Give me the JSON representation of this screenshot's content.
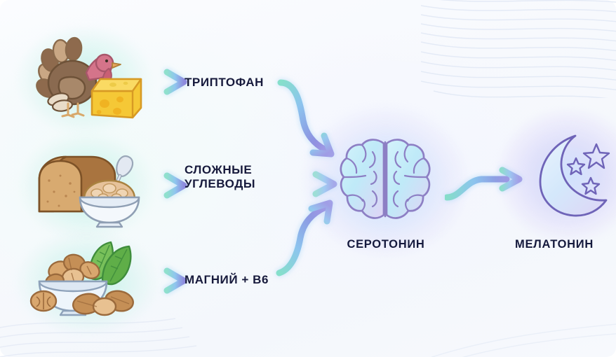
{
  "diagram": {
    "title_visible": false,
    "background_color": "#f7f9fd",
    "accent_purple": "#8a8ae0",
    "accent_teal": "#7fd9c8",
    "text_color": "#171a3c"
  },
  "sources": [
    {
      "id": "protein",
      "icon": "turkey-and-cheese-icon",
      "icon_glyphs": "turkey, cheese-wedge",
      "label": "ТРИПТОФАН",
      "arrow": "arrow-right-icon"
    },
    {
      "id": "carbs",
      "icon": "bread-and-porridge-icon",
      "icon_glyphs": "bread-loaf, bowl-of-porridge-with-spoon",
      "label": "СЛОЖНЫЕ\nУГЛЕВОДЫ",
      "arrow": "arrow-right-icon"
    },
    {
      "id": "minerals",
      "icon": "nuts-and-greens-icon",
      "icon_glyphs": "bowl-of-nuts, spinach-leaves, almonds, walnut",
      "label": "МАГНИЙ + B6",
      "arrow": "arrow-right-icon"
    }
  ],
  "stages": [
    {
      "id": "serotonin",
      "icon": "brain-icon",
      "label": "СЕРОТОНИН"
    },
    {
      "id": "melatonin",
      "icon": "crescent-moon-with-stars-icon",
      "label": "МЕЛАТОНИН"
    }
  ],
  "connectors": [
    {
      "id": "tryptophan-to-brain",
      "icon": "curved-arrow-down-right-icon"
    },
    {
      "id": "carbs-to-brain",
      "icon": "arrow-right-icon"
    },
    {
      "id": "magnesium-to-brain",
      "icon": "curved-arrow-up-right-icon"
    },
    {
      "id": "brain-to-moon",
      "icon": "curved-arrow-right-icon"
    }
  ]
}
